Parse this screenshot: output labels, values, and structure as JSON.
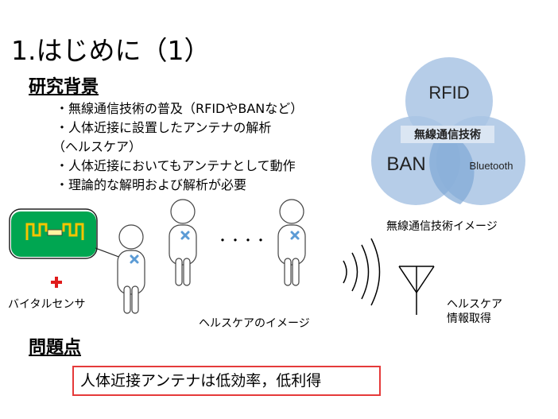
{
  "slide": {
    "title": "1.はじめに（1）",
    "research_heading": "研究背景",
    "background_items": [
      "・無線通信技術の普及（RFIDやBANなど）",
      "・人体近接に設置したアンテナの解析",
      "（ヘルスケア）",
      "・人体近接においてもアンテナとして動作",
      "・理論的な解明および解析が必要"
    ],
    "problems_heading": "問題点",
    "problem_statement": "人体近接アンテナは低効率，低利得"
  },
  "venn": {
    "circle_rfid": "RFID",
    "circle_ban": "BAN",
    "circle_bluetooth": "Bluetooth",
    "center_label": "無線通信技術",
    "caption": "無線通信技術イメージ",
    "circle_color": "#a9c4e4"
  },
  "figure": {
    "sensor_caption": "バイタルセンサ",
    "healthcare_caption": "ヘルスケアのイメージ",
    "ellipsis": "・・・・",
    "receiver_caption_line1": "ヘルスケア",
    "receiver_caption_line2": "情報取得",
    "sensor_board_color": "#00a651",
    "sensor_trace_color": "#f5c400",
    "marker_color": "#5b9bd5",
    "plus_color": "#e01b1b"
  }
}
